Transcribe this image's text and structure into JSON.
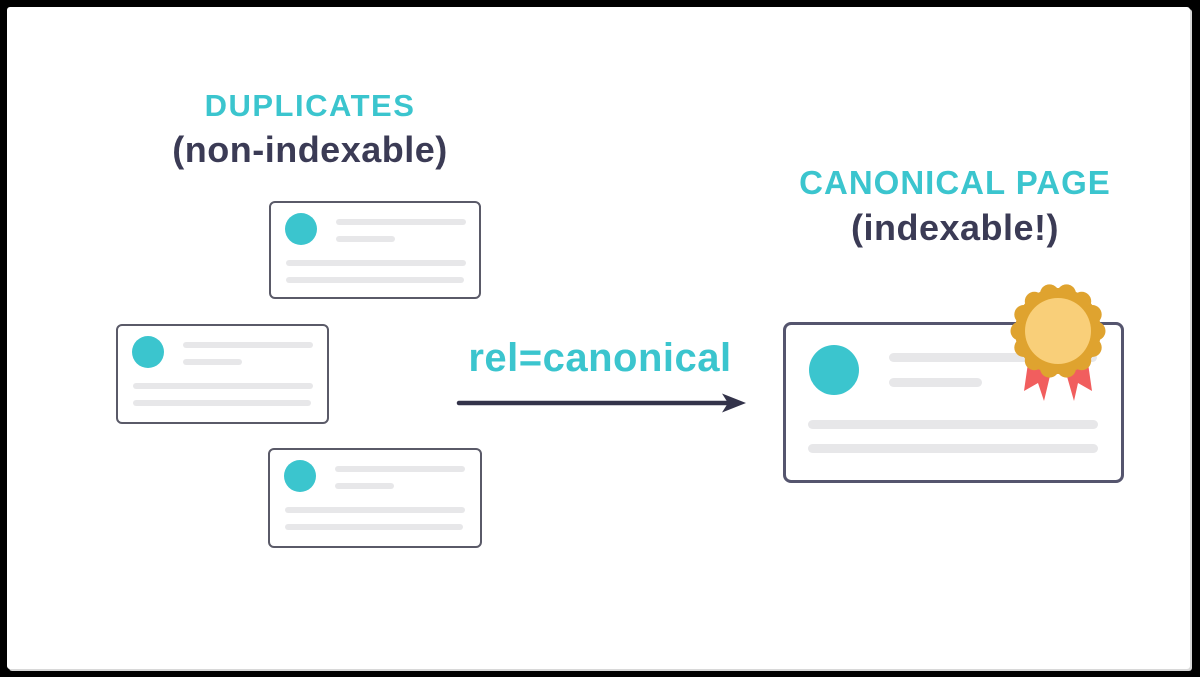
{
  "diagram": {
    "left": {
      "title": "DUPLICATES",
      "subtitle": "(non-indexable)",
      "card_count": 3,
      "card_meaning": "duplicate-page-card",
      "avatar_icon": "teal-circle-avatar",
      "line_meaning": "text-placeholder-line"
    },
    "relation": {
      "label": "rel=canonical",
      "arrow_direction": "right",
      "arrow_icon": "right-arrow"
    },
    "right": {
      "title": "CANONICAL PAGE",
      "subtitle": "(indexable!)",
      "card_meaning": "canonical-page-card",
      "badge_icon": "award-ribbon-badge"
    }
  },
  "palette": {
    "accent_teal": "#3bc5ce",
    "dark_navy": "#3b3b55",
    "arrow": "#33334a",
    "card_border": "#5a5a68",
    "canonical_border": "#55556e",
    "placeholder_gray": "#e7e7e9",
    "badge_gold": "#dfa32f",
    "badge_gold_light": "#f9cf79",
    "ribbon_red": "#f15e5e",
    "frame_black": "#000000",
    "background": "#ffffff"
  }
}
